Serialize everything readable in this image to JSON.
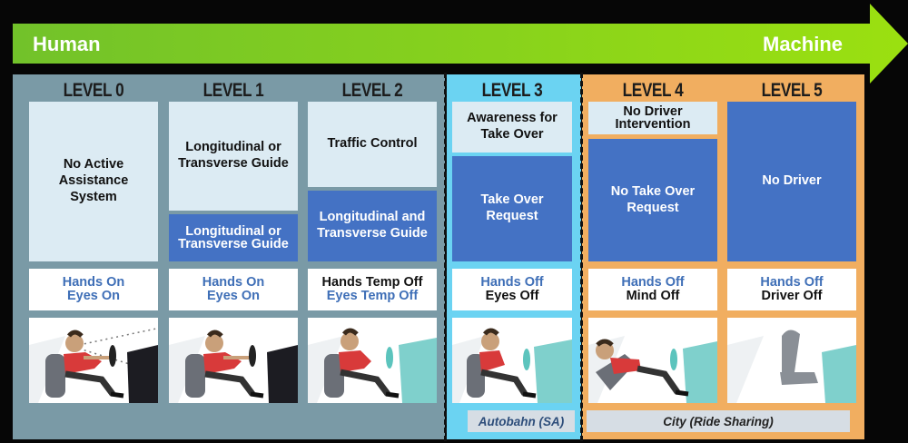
{
  "arrow": {
    "left_label": "Human",
    "right_label": "Machine",
    "color": "#8ed21c"
  },
  "levels": [
    {
      "title": "LEVEL 0",
      "top_text": "No Active Assistance System",
      "hands_line1": "Hands On",
      "hands_line2": "Eyes On"
    },
    {
      "title": "LEVEL 1",
      "top_text": "Longitudinal or Transverse Guide",
      "sub_text": "Longitudinal or Transverse Guide",
      "hands_line1": "Hands On",
      "hands_line2": "Eyes On"
    },
    {
      "title": "LEVEL 2",
      "top_text": "Traffic Control",
      "sub_text": "Longitudinal and Transverse Guide",
      "hands_line1": "Hands Temp Off",
      "hands_line2": "Eyes Temp Off"
    },
    {
      "title": "LEVEL 3",
      "top_text": "Awareness for Take Over",
      "sub_text": "Take Over Request",
      "hands_line1": "Hands Off",
      "hands_line2": "Eyes Off"
    },
    {
      "title": "LEVEL 4",
      "top_text": "No Driver Intervention",
      "sub_text": "No Take Over Request",
      "hands_line1": "Hands Off",
      "hands_line2": "Mind Off"
    },
    {
      "title": "LEVEL 5",
      "top_text": "No Driver",
      "hands_line1": "Hands Off",
      "hands_line2": "Driver Off"
    }
  ],
  "use_cases": {
    "autobahn": "Autobahn (SA)",
    "city": "City (Ride Sharing)"
  },
  "colors": {
    "human_zone": "#7a9aa6",
    "level3_zone": "#6bd3f2",
    "machine_zone": "#f1ae60",
    "light_box": "#dcebf3",
    "blue_box": "#4472c4"
  }
}
